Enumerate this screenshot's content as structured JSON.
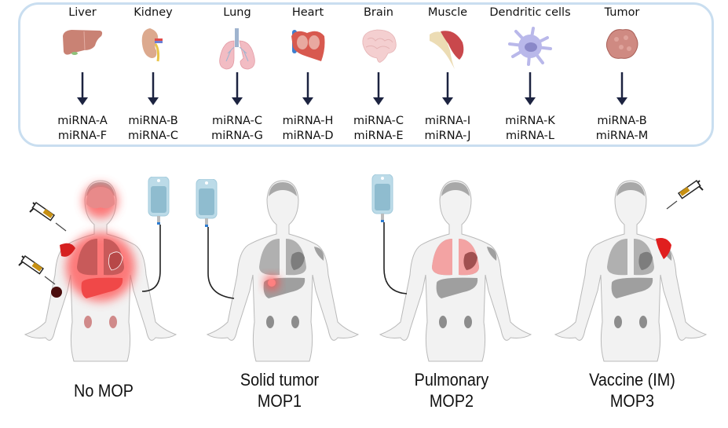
{
  "figure_title": "",
  "organ_panel": {
    "organs": [
      {
        "name": "Liver",
        "icon": "liver-icon",
        "mirnas": [
          "miRNA-A",
          "miRNA-F"
        ]
      },
      {
        "name": "Kidney",
        "icon": "kidney-icon",
        "mirnas": [
          "miRNA-B",
          "miRNA-C"
        ]
      },
      {
        "name": "Lung",
        "icon": "lung-icon",
        "mirnas": [
          "miRNA-C",
          "miRNA-G"
        ]
      },
      {
        "name": "Heart",
        "icon": "heart-icon",
        "mirnas": [
          "miRNA-H",
          "miRNA-D"
        ]
      },
      {
        "name": "Brain",
        "icon": "brain-icon",
        "mirnas": [
          "miRNA-C",
          "miRNA-E"
        ]
      },
      {
        "name": "Muscle",
        "icon": "muscle-icon",
        "mirnas": [
          "miRNA-I",
          "miRNA-J"
        ]
      },
      {
        "name": "Dendritic cells",
        "icon": "dendritic-cell-icon",
        "mirnas": [
          "miRNA-K",
          "miRNA-L"
        ]
      },
      {
        "name": "Tumor",
        "icon": "tumor-icon",
        "mirnas": [
          "miRNA-B",
          "miRNA-M"
        ]
      }
    ],
    "border_color": "#c9def0",
    "arrow_color": "#1c2340"
  },
  "scenarios": [
    {
      "line1": "No MOP",
      "line2": "",
      "routes": [
        "intramuscular-syringe",
        "subcutaneous-syringe",
        "iv-drip"
      ],
      "highlight": "brain, lungs, heart, liver, shoulder muscle, injection site"
    },
    {
      "line1": "Solid tumor",
      "line2": "MOP1",
      "routes": [
        "iv-drip"
      ],
      "highlight": "liver tumor"
    },
    {
      "line1": "Pulmonary",
      "line2": "MOP2",
      "routes": [
        "iv-drip"
      ],
      "highlight": "lungs"
    },
    {
      "line1": "Vaccine (IM)",
      "line2": "MOP3",
      "routes": [
        "intramuscular-syringe"
      ],
      "highlight": "shoulder muscle"
    }
  ],
  "colors": {
    "highlight_red": "#e02020",
    "glow_red": "#ff5a5a",
    "organ_gray": "#9a9a9a",
    "body_fill": "#f1f1f1",
    "iv_fluid": "#9cc5d6"
  }
}
